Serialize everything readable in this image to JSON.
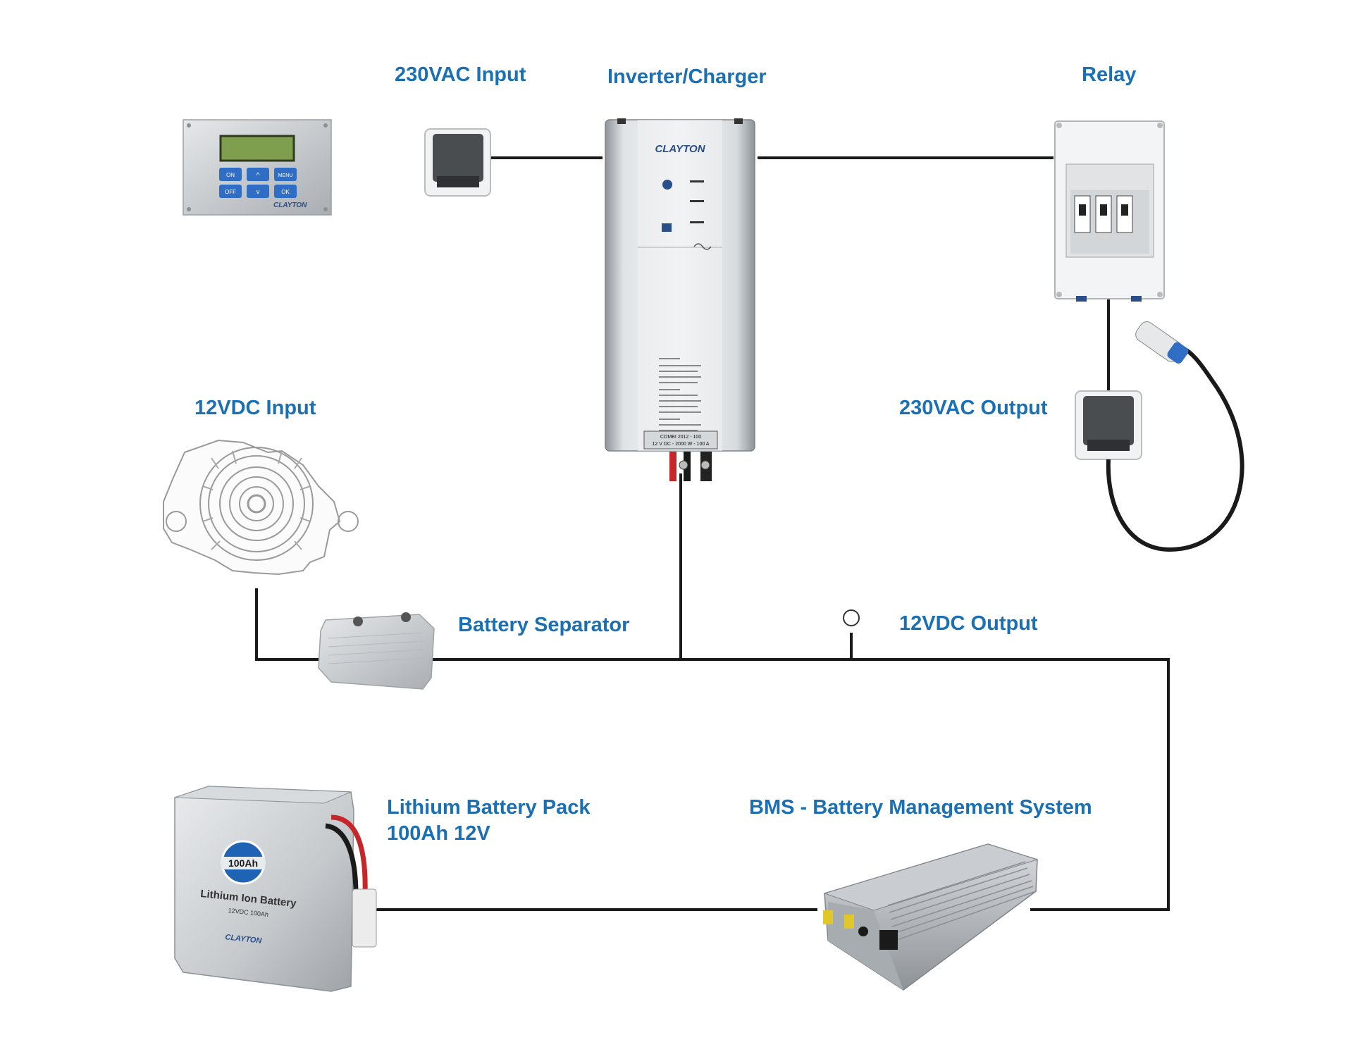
{
  "labels": {
    "ac_input": "230VAC Input",
    "inverter": "Inverter/Charger",
    "relay": "Relay",
    "dc_input": "12VDC Input",
    "ac_output": "230VAC Output",
    "separator": "Battery Separator",
    "dc_output": "12VDC Output",
    "battery_line1": "Lithium Battery Pack",
    "battery_line2": "100Ah 12V",
    "bms": "BMS - Battery Management System"
  },
  "panel": {
    "buttons": [
      "ON",
      "^",
      "MENU",
      "OFF",
      "v",
      "OK"
    ],
    "brand": "CLAYTON"
  },
  "inverter_device": {
    "brand": "CLAYTON",
    "model_line1": "COMBI 2012 - 100",
    "model_line2": "12 V DC - 2000 W - 100 A"
  },
  "battery_device": {
    "capacity_badge": "100Ah",
    "name": "Lithium Ion Battery",
    "spec": "12VDC 100Ah",
    "brand": "CLAYTON"
  },
  "colors": {
    "label_blue": "#1b6fb3",
    "wire": "#1a1a1a",
    "panel_key_blue": "#2f6ec4",
    "battery_badge_blue": "#1f64b4"
  }
}
